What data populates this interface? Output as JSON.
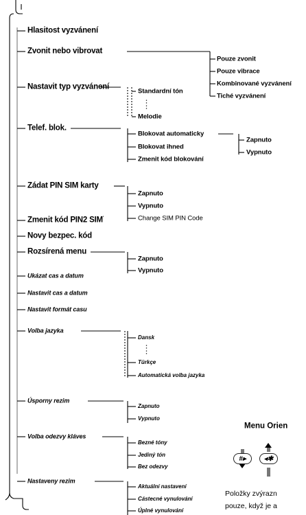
{
  "main_items": [
    {
      "id": "volume",
      "label": "Hlasitost vyzvánení"
    },
    {
      "id": "ring_vibrate",
      "label": "Zvonit nebo vibrovat"
    },
    {
      "id": "ring_type",
      "label": "Nastavit typ vyzvánení"
    },
    {
      "id": "phone_lock",
      "label": "Telef. blok."
    },
    {
      "id": "enter_pin",
      "label": "Zádat PIN SIM karty"
    },
    {
      "id": "change_pin2",
      "label": "Zmenit kód PIN2 SIM",
      "sup": "'"
    },
    {
      "id": "new_code",
      "label": "Novy bezpec. kód"
    },
    {
      "id": "extended_menu",
      "label": "Rozsírená menu"
    },
    {
      "id": "show_datetime",
      "label": "Ukázat cas a datum"
    },
    {
      "id": "set_datetime",
      "label": "Nastavit cas a datum"
    },
    {
      "id": "time_format",
      "label": "Nastavit formát casu"
    },
    {
      "id": "language",
      "label": "Volba jazyka"
    },
    {
      "id": "power_save",
      "label": "Úsporny rezim"
    },
    {
      "id": "key_response",
      "label": "Volba odezvy kláves"
    },
    {
      "id": "setting_mode",
      "label": "Nastaveny rezim"
    }
  ],
  "ring_vibrate_options": [
    "Pouze zvonit",
    "Pouze vibrace",
    "Kombinované vyzvánení",
    "Tiché vyzvánení"
  ],
  "ring_type_options": {
    "first": "Standardní tón",
    "dots": ":",
    "last": "Melodie"
  },
  "phone_lock_options": [
    "Blokovat automaticky",
    "Blokovat ihned",
    "Zmenit kód blokování"
  ],
  "auto_lock_options": [
    "Zapnuto",
    "Vypnuto"
  ],
  "pin_options": [
    "Zapnuto",
    "Vypnuto",
    "Change SIM PIN Code"
  ],
  "extended_menu_options": [
    "Zapnuto",
    "Vypnuto"
  ],
  "language_options": {
    "first": "Dansk",
    "dots": ":",
    "last": "Türkçe",
    "auto": "Automatická volba jazyka"
  },
  "power_save_options": [
    "Zapnuto",
    "Vypnuto"
  ],
  "key_response_options": [
    "Bezné tóny",
    "Jediný tón",
    "Bez odezvy"
  ],
  "setting_mode_options": [
    "Aktuální nastavení",
    "Cástecné vynulování",
    "Úplné vynulování"
  ],
  "side_panel": {
    "heading": "Menu Orien",
    "key_hash": "#▸",
    "key_star": "◂✱",
    "footer_line1": "Položky zvýrazn",
    "footer_line2": "pouze, když je a"
  }
}
